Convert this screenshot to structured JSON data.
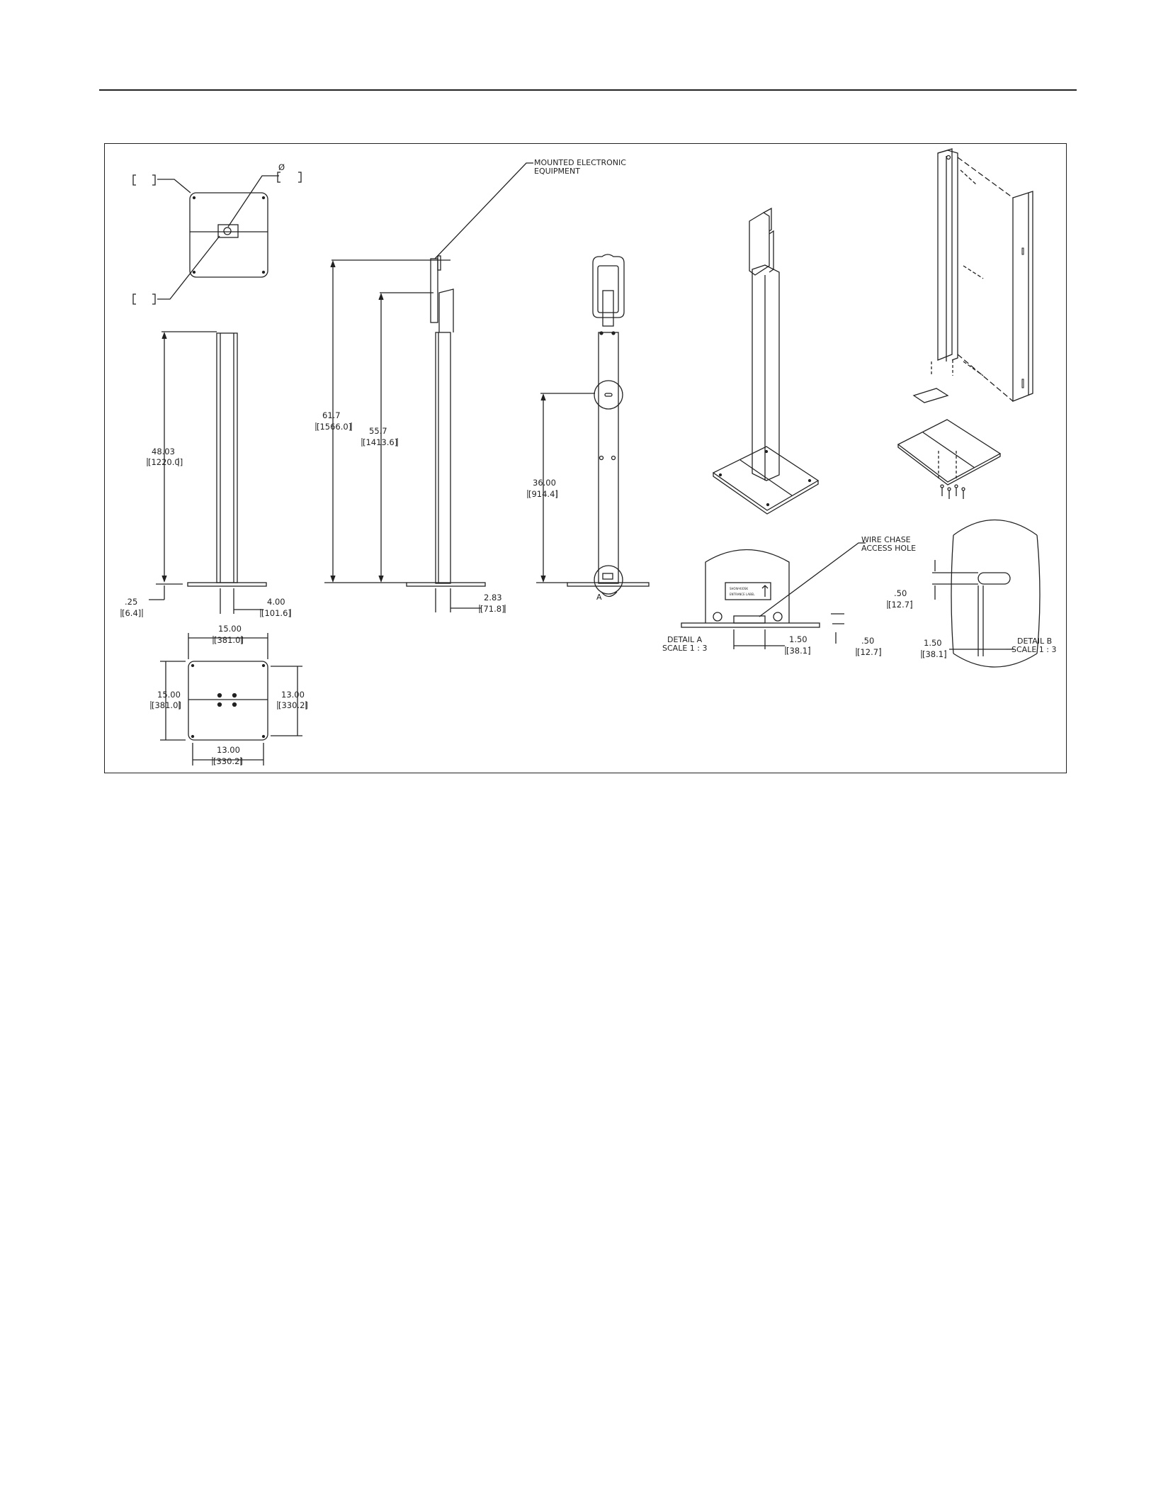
{
  "labels": {
    "diameter_symbol": "Ø",
    "mounted_equipment_1": "MOUNTED ELECTRONIC",
    "mounted_equipment_2": "EQUIPMENT",
    "wire_chase_1": "WIRE CHASE",
    "wire_chase_2": "ACCESS HOLE",
    "detail_a_1": "DETAIL A",
    "detail_a_2": "SCALE 1 : 3",
    "detail_b_1": "DETAIL B",
    "detail_b_2": "SCALE 1 : 3",
    "detail_marker_a": "A",
    "sticker_1": "SHOW-KIOSK",
    "sticker_2": "ENTRANCE LABEL"
  },
  "dimensions": {
    "pole_height_in": "48.03",
    "pole_height_mm": "[1220.0]",
    "overall_height_in": "61.7",
    "overall_height_mm": "[1566.0]",
    "mount_height_in": "55.7",
    "mount_height_mm": "[1413.6]",
    "mid_height_in": "36.00",
    "mid_height_mm": "[914.4]",
    "base_thick_in": ".25",
    "base_thick_mm": "[6.4]",
    "pole_width_in": "4.00",
    "pole_width_mm": "[101.6]",
    "pole_depth_in": "2.83",
    "pole_depth_mm": "[71.8]",
    "base_width_in": "15.00",
    "base_width_mm": "[381.0]",
    "base_depth_in": "15.00",
    "base_depth_mm": "[381.0]",
    "hole_span_v_in": "13.00",
    "hole_span_v_mm": "[330.2]",
    "hole_span_h_in": "13.00",
    "hole_span_h_mm": "[330.2]",
    "detail_a_w_in": "1.50",
    "detail_a_w_mm": "[38.1]",
    "detail_a_h_in": ".50",
    "detail_a_h_mm": "[12.7]",
    "detail_b_h_in": ".50",
    "detail_b_h_mm": "[12.7]",
    "detail_b_w_in": "1.50",
    "detail_b_w_mm": "[38.1]"
  }
}
